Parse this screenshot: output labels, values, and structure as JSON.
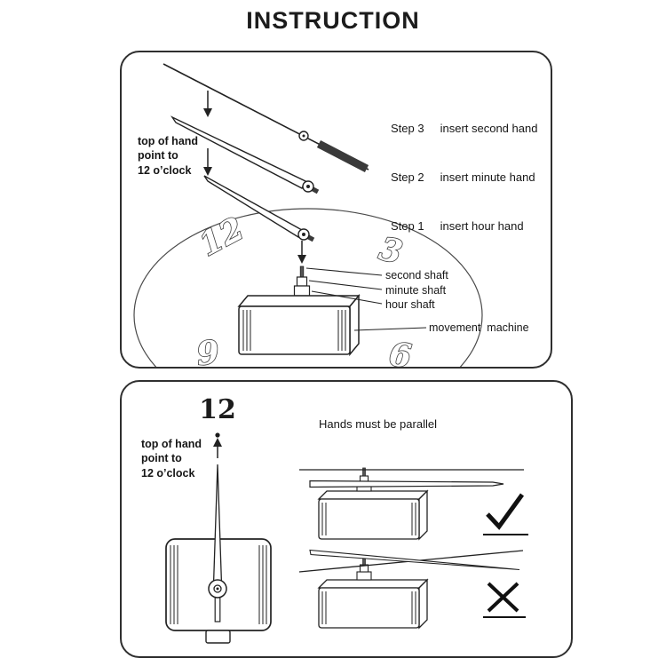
{
  "title": "INSTRUCTION",
  "panel1": {
    "hand_note": "top of hand\npoint to\n12 o’clock",
    "steps": [
      {
        "name": "Step 3",
        "action": "insert second hand"
      },
      {
        "name": "Step 2",
        "action": "insert minute hand"
      },
      {
        "name": "Step 1",
        "action": "insert hour hand"
      }
    ],
    "shaft_labels": {
      "second": "second shaft",
      "minute": "minute shaft",
      "hour": "hour shaft"
    },
    "machine_label": "movement  machine",
    "clock_numbers": {
      "n12": "12",
      "n3": "3",
      "n9": "9",
      "n6": "6"
    }
  },
  "panel2": {
    "twelve": "12",
    "hand_note": "top of hand\npoint to\n12 o’clock",
    "parallel_note": "Hands must be parallel"
  },
  "colors": {
    "ink": "#222222",
    "accent": "#3c3c3c"
  }
}
